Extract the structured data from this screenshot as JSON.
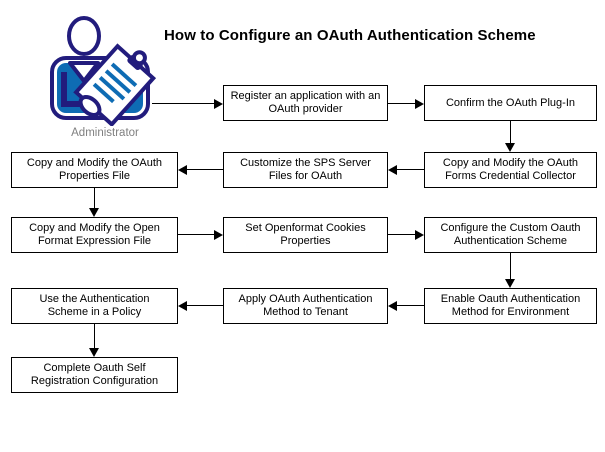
{
  "title": "How to Configure an OAuth Authentication Scheme",
  "actor": {
    "label": "Administrator",
    "icon": "administrator-clipboard-icon"
  },
  "colors": {
    "background": "#ffffff",
    "box_fill": "#ffffff",
    "box_border": "#000000",
    "arrow": "#000000",
    "title_text": "#000000",
    "box_text": "#000000",
    "actor_label_text": "#808080",
    "icon_navy": "#221c7d",
    "icon_blue": "#0e6cb4"
  },
  "diagram": {
    "type": "flowchart",
    "flow_order_note": "serpentine: row1 left-to-right, row2 right-to-left, row3 left-to-right, row4 right-to-left, ends row5 left",
    "steps": [
      {
        "step": 1,
        "label": "Register an application with an OAuth provider"
      },
      {
        "step": 2,
        "label": "Confirm the OAuth Plug-In"
      },
      {
        "step": 3,
        "label": "Copy and Modify the OAuth Forms Credential Collector"
      },
      {
        "step": 4,
        "label": "Customize the SPS Server Files for OAuth"
      },
      {
        "step": 5,
        "label": "Copy and Modify the OAuth Properties File"
      },
      {
        "step": 6,
        "label": "Copy and Modify the Open Format Expression File"
      },
      {
        "step": 7,
        "label": "Set Openformat Cookies Properties"
      },
      {
        "step": 8,
        "label": "Configure the Custom Oauth Authentication Scheme"
      },
      {
        "step": 9,
        "label": "Enable Oauth Authentication Method for Environment"
      },
      {
        "step": 10,
        "label": "Apply OAuth Authentication Method to Tenant"
      },
      {
        "step": 11,
        "label": "Use the Authentication Scheme in a Policy"
      },
      {
        "step": 12,
        "label": "Complete Oauth Self Registration Configuration"
      }
    ]
  }
}
